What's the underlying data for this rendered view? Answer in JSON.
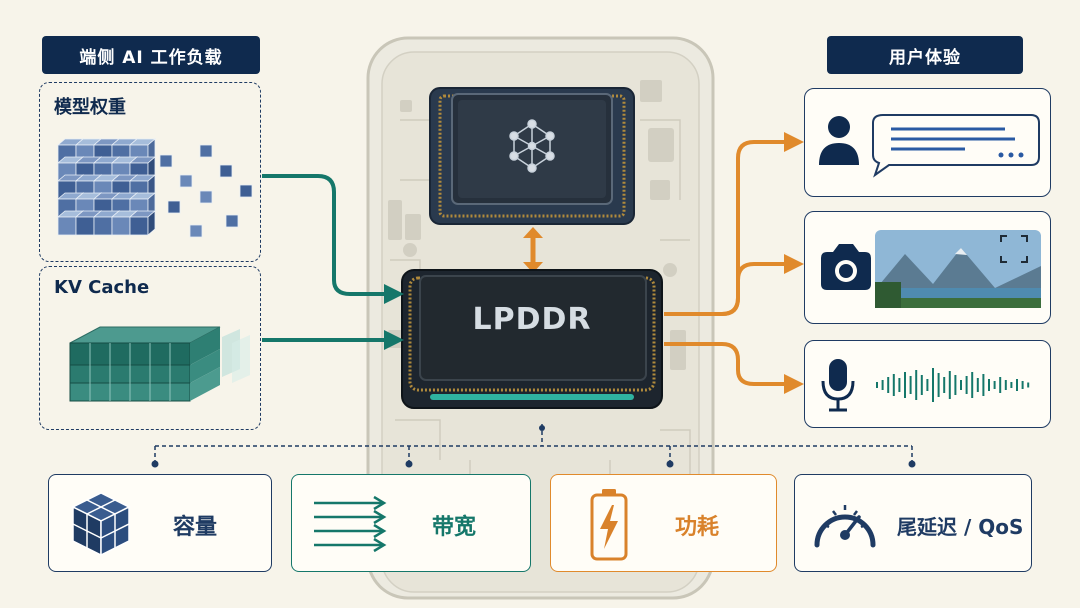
{
  "left_header": "端侧 AI 工作负载",
  "right_header": "用户体验",
  "workloads": [
    {
      "label": "模型权重"
    },
    {
      "label": "KV Cache"
    }
  ],
  "memory_chip_label": "LPDDR",
  "metrics": [
    {
      "label": "容量",
      "icon": "cube-stack-icon",
      "color": "#1f3b63"
    },
    {
      "label": "带宽",
      "icon": "parallel-arrows-icon",
      "color": "#15776a"
    },
    {
      "label": "功耗",
      "icon": "battery-bolt-icon",
      "color": "#d9822b"
    },
    {
      "label": "尾延迟 / QoS",
      "icon": "speedometer-icon",
      "color": "#1f3b63"
    }
  ],
  "experiences": [
    {
      "icon": "user-chat-icon"
    },
    {
      "icon": "camera-photo-icon"
    },
    {
      "icon": "microphone-waveform-icon"
    }
  ],
  "colors": {
    "navy": "#0f2a4e",
    "teal": "#15776a",
    "orange": "#e08a2c"
  }
}
